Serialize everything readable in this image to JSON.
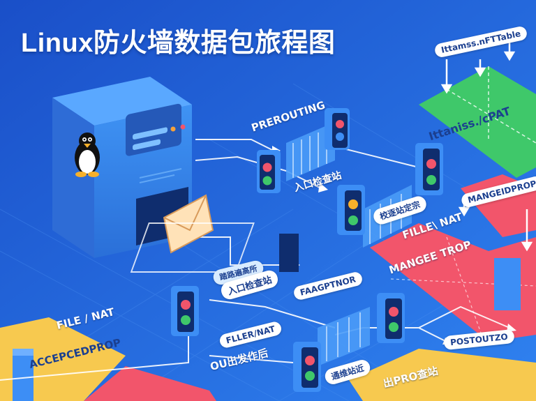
{
  "title": "Linux防火墙数据包旅程图",
  "labels": {
    "prerouting": "PREROUTING",
    "entry_checkpoint_1": "入口检查站",
    "entry_checkpoint_2": "入口检查站",
    "top_right_table": "Ittamss.nFTTable",
    "green_zone": "Ittaniss./cPAT",
    "mangle_drop": "MANGEIDPROP",
    "middle_pill": "校逐站定宗",
    "filter_nat_red": "FILLE\\ NAT",
    "mangle_trop": "MANGEE TROP",
    "small_blue_label": "踏路遍高所",
    "faroptnor": "FAAGPTNOR",
    "fller_nat": "FLLER/NAT",
    "output_chain": "OU出发作后",
    "file_nat_left": "FILE / NAT",
    "accepted_drop": "ACCEPCEDPROP",
    "postoutzo": "POSTOUTZO",
    "bottom_pill_1": "通维站近",
    "bottom_pill_2": "出PRO查站"
  },
  "colors": {
    "background": "#1f66e0",
    "accent_blue": "#3d8ef5",
    "green_zone": "#3fc86a",
    "red_zone": "#f2556b",
    "yellow_zone": "#f7c94f",
    "envelope": "#ffe2b8"
  },
  "icons": [
    "server-icon",
    "tux-penguin-icon",
    "envelope-icon",
    "traffic-light-icon",
    "gate-barrier-icon"
  ]
}
